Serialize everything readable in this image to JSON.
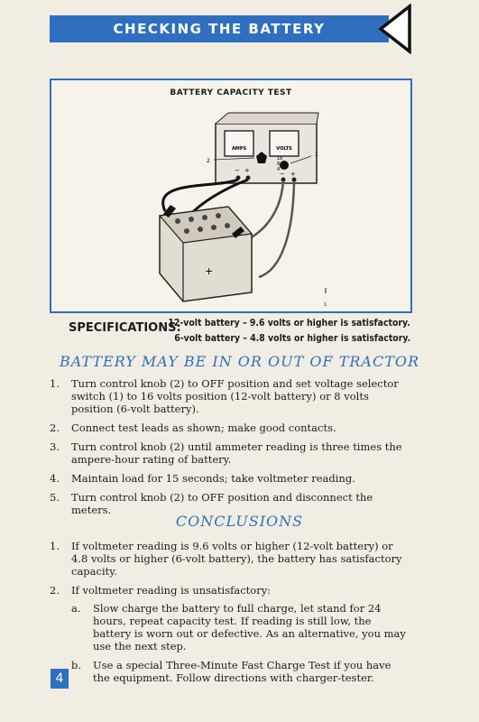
{
  "header": {
    "title": "CHECKING THE BATTERY",
    "arrow_icon": "triangle-left-icon"
  },
  "figure": {
    "title": "BATTERY CAPACITY TEST",
    "meter_amps": "AMPS",
    "meter_volts": "VOLTS",
    "callout_1": "1",
    "callout_2": "2",
    "dial_16": "16",
    "dial_8": "8",
    "dial_4": "4",
    "neg_sign": "−",
    "pos_sign": "+",
    "battery_plus": "+",
    "bottom_callout": "1"
  },
  "specs": {
    "label": "SPECIFICATIONS:",
    "line1": "12-volt battery – 9.6 volts or higher is satisfactory.",
    "line2": "6-volt battery – 4.8 volts or higher is satisfactory."
  },
  "section1": {
    "heading": "BATTERY MAY BE IN OR OUT OF TRACTOR",
    "steps": [
      {
        "num": "1.",
        "text": "Turn control knob (2) to OFF position and set voltage selector switch (1) to 16 volts position (12-volt battery) or 8 volts position (6-volt battery)."
      },
      {
        "num": "2.",
        "text": "Connect test leads as shown; make good contacts."
      },
      {
        "num": "3.",
        "text": "Turn control knob (2) until ammeter reading is three times the ampere-hour rating of battery."
      },
      {
        "num": "4.",
        "text": "Maintain load for 15 seconds; take voltmeter reading."
      },
      {
        "num": "5.",
        "text": "Turn control knob (2) to OFF position and disconnect the meters."
      }
    ]
  },
  "section2": {
    "heading": "CONCLUSIONS",
    "steps": [
      {
        "num": "1.",
        "text": "If voltmeter reading is 9.6 volts or higher (12-volt battery) or 4.8 volts or higher (6-volt battery), the battery has satisfactory capacity."
      },
      {
        "num": "2.",
        "text": "If voltmeter reading is unsatisfactory:",
        "subs": [
          {
            "letter": "a.",
            "text": "Slow charge the battery to full charge, let stand for 24 hours, repeat capacity test. If reading is still low, the battery is worn out or defective. As an alternative, you may use the next step."
          },
          {
            "letter": "b.",
            "text": "Use a special Three-Minute Fast Charge Test if you have the equipment. Follow directions with charger-tester."
          }
        ]
      }
    ]
  },
  "page": {
    "number": "4"
  },
  "colors": {
    "accent": "#2f6fbf",
    "paper": "#f1ede3"
  }
}
